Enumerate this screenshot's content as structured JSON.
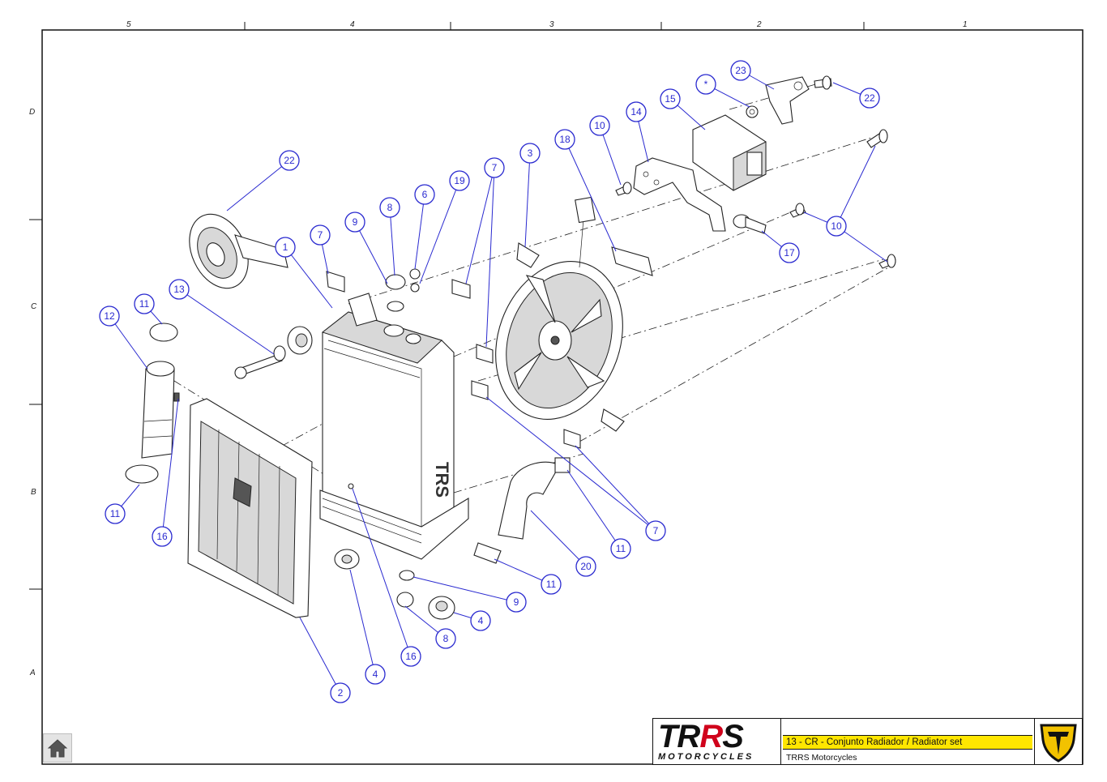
{
  "grid": {
    "columns": [
      "5",
      "4",
      "3",
      "2",
      "1"
    ],
    "rows": [
      "D",
      "C",
      "B",
      "A"
    ]
  },
  "callouts": [
    {
      "id": "c22a",
      "label": "22"
    },
    {
      "id": "c1",
      "label": "1"
    },
    {
      "id": "c7a",
      "label": "7"
    },
    {
      "id": "c9a",
      "label": "9"
    },
    {
      "id": "c8a",
      "label": "8"
    },
    {
      "id": "c6",
      "label": "6"
    },
    {
      "id": "c19",
      "label": "19"
    },
    {
      "id": "c7b",
      "label": "7"
    },
    {
      "id": "c3",
      "label": "3"
    },
    {
      "id": "c18",
      "label": "18"
    },
    {
      "id": "c10a",
      "label": "10"
    },
    {
      "id": "c14",
      "label": "14"
    },
    {
      "id": "c15",
      "label": "15"
    },
    {
      "id": "cstar",
      "label": "*"
    },
    {
      "id": "c23",
      "label": "23"
    },
    {
      "id": "c22b",
      "label": "22"
    },
    {
      "id": "c10b",
      "label": "10"
    },
    {
      "id": "c17",
      "label": "17"
    },
    {
      "id": "c13",
      "label": "13"
    },
    {
      "id": "c11a",
      "label": "11"
    },
    {
      "id": "c12",
      "label": "12"
    },
    {
      "id": "c11b",
      "label": "11"
    },
    {
      "id": "c16a",
      "label": "16"
    },
    {
      "id": "c2",
      "label": "2"
    },
    {
      "id": "c4a",
      "label": "4"
    },
    {
      "id": "c16b",
      "label": "16"
    },
    {
      "id": "c8b",
      "label": "8"
    },
    {
      "id": "c4b",
      "label": "4"
    },
    {
      "id": "c9b",
      "label": "9"
    },
    {
      "id": "c11c",
      "label": "11"
    },
    {
      "id": "c20",
      "label": "20"
    },
    {
      "id": "c11d",
      "label": "11"
    },
    {
      "id": "c7c",
      "label": "7"
    }
  ],
  "radiator_text": "TRS",
  "title_block": {
    "brand_main_a": "TR",
    "brand_main_b": "R",
    "brand_main_c": "S",
    "brand_sub": "MOTORCYCLES",
    "title": "13 - CR - Conjunto Radiador / Radiator set",
    "company": "TRRS Motorcycles"
  },
  "colors": {
    "callout": "#2a2ad0",
    "title_bar": "#ffe600",
    "brand_accent": "#d0021b",
    "shield": "#f2c200"
  },
  "icons": {
    "home": "home-icon",
    "shield": "trrs-shield-logo"
  }
}
